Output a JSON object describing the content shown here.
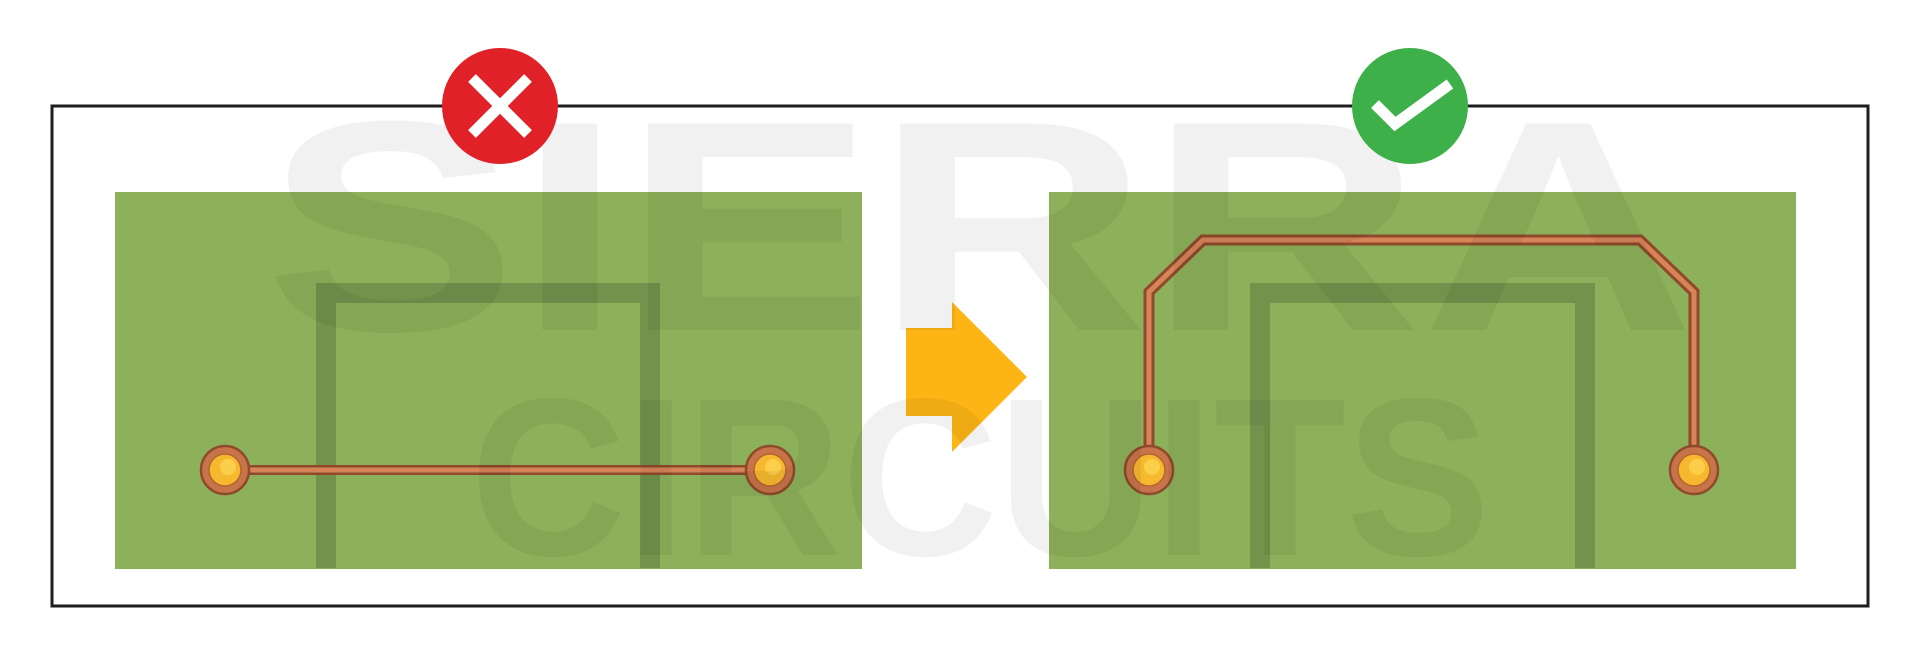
{
  "watermark": {
    "line1": "SIERRA",
    "line2": "CIRCUITS"
  },
  "colors": {
    "board": "#8DB05A",
    "frame": "#1f1f1f",
    "trace": "#C8744A",
    "trace_edge": "#8E4A2B",
    "pad_fill": "#F5B82E",
    "pad_ring": "#A9572F",
    "arrow": "#FDB515",
    "bad": "#E02228",
    "good": "#3EB049",
    "watermark": "#000000"
  },
  "panels": [
    {
      "name": "incorrect",
      "status": "bad",
      "status_icon": "x-mark-icon",
      "trace": "straight"
    },
    {
      "name": "correct",
      "status": "good",
      "status_icon": "checkmark-icon",
      "trace": "routed-around"
    }
  ],
  "transition_icon": "right-arrow-icon"
}
